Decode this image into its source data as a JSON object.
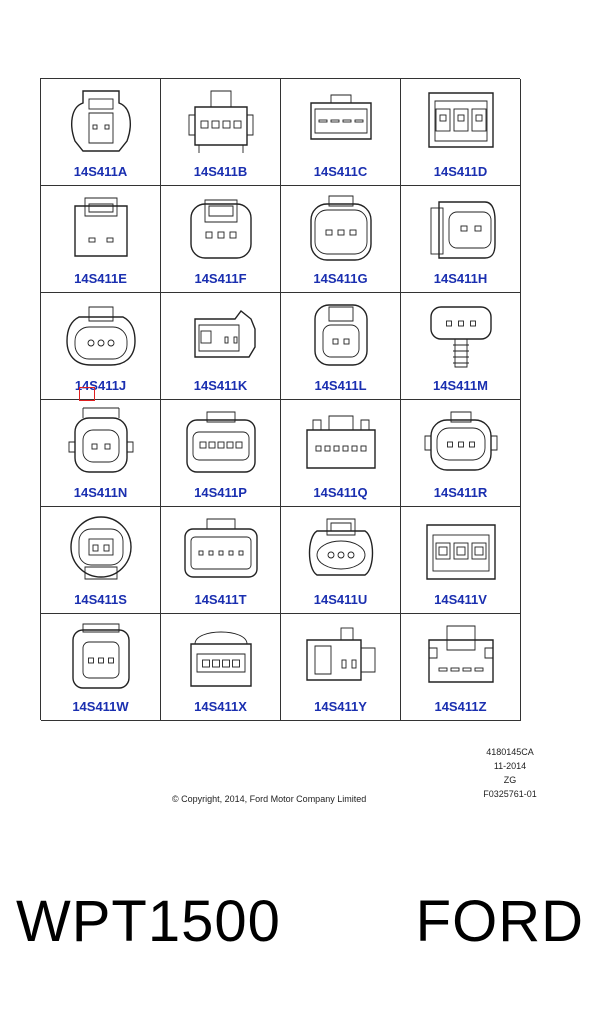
{
  "connectors": [
    {
      "label": "14S411A",
      "shape": "oval-2pin"
    },
    {
      "label": "14S411B",
      "shape": "rect-4pin-tabs"
    },
    {
      "label": "14S411C",
      "shape": "rect-4slot"
    },
    {
      "label": "14S411D",
      "shape": "rect-3bay"
    },
    {
      "label": "14S411E",
      "shape": "rect-2pin"
    },
    {
      "label": "14S411F",
      "shape": "rounded-3pin"
    },
    {
      "label": "14S411G",
      "shape": "rounded-3pin-latch"
    },
    {
      "label": "14S411H",
      "shape": "side-2pin"
    },
    {
      "label": "14S411J",
      "shape": "oval-3pin"
    },
    {
      "label": "14S411K",
      "shape": "flange-2pin"
    },
    {
      "label": "14S411L",
      "shape": "tall-2pin"
    },
    {
      "label": "14S411M",
      "shape": "bolt-3pin"
    },
    {
      "label": "14S411N",
      "shape": "oval-2pin-ears"
    },
    {
      "label": "14S411P",
      "shape": "rect-6pin"
    },
    {
      "label": "14S411Q",
      "shape": "wide-6pin"
    },
    {
      "label": "14S411R",
      "shape": "wide-3pin-ears"
    },
    {
      "label": "14S411S",
      "shape": "round-2pin-lock"
    },
    {
      "label": "14S411T",
      "shape": "wide-5pin"
    },
    {
      "label": "14S411U",
      "shape": "oval-3pin-latch"
    },
    {
      "label": "14S411V",
      "shape": "rect-3bay-dark"
    },
    {
      "label": "14S411W",
      "shape": "rect-3pin"
    },
    {
      "label": "14S411X",
      "shape": "rect-4pin-cap"
    },
    {
      "label": "14S411Y",
      "shape": "side-latch"
    },
    {
      "label": "14S411Z",
      "shape": "rect-4slot-top"
    }
  ],
  "meta": {
    "code": "4180145CA",
    "date": "11-2014",
    "zg": "ZG",
    "ref": "F0325761-01"
  },
  "copyright": "© Copyright, 2014, Ford Motor Company Limited",
  "caption": {
    "left": "WPT1500",
    "right": "FORD"
  },
  "colors": {
    "label": "#1a2fb0",
    "marker": "#e02020"
  }
}
